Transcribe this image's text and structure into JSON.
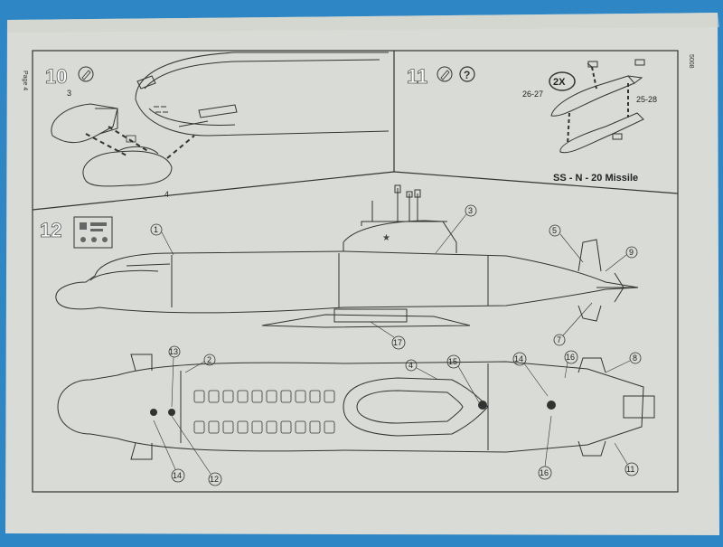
{
  "page": {
    "side_left_text": "Page 4",
    "side_right_text": "5008"
  },
  "step10": {
    "number": "10",
    "icon": "glue-icon",
    "part_labels": [
      "3",
      "4"
    ]
  },
  "step11": {
    "number": "11",
    "icons": [
      "glue-icon",
      "question-icon"
    ],
    "multiplier": "2X",
    "part_labels": [
      "26-27",
      "25-28"
    ],
    "caption": "SS - N - 20 Missile"
  },
  "step12": {
    "number": "12",
    "side_callouts": [
      "1",
      "3",
      "5",
      "9",
      "7",
      "17"
    ],
    "top_callouts": [
      "2",
      "13",
      "4",
      "15",
      "14",
      "16",
      "8",
      "14",
      "12",
      "16",
      "11"
    ]
  }
}
